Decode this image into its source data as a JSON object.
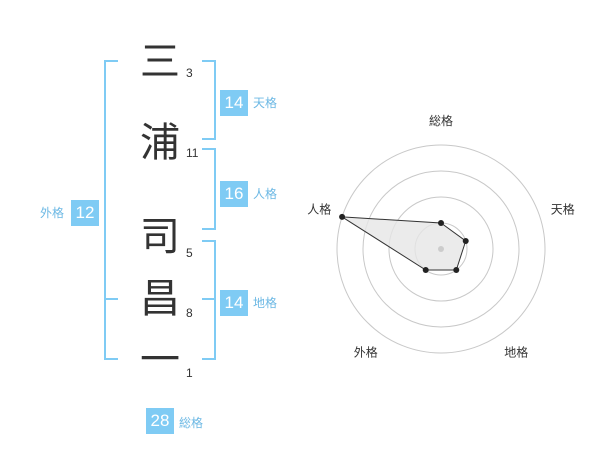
{
  "name_chars": [
    {
      "char": "三",
      "strokes": "3"
    },
    {
      "char": "浦",
      "strokes": "11"
    },
    {
      "char": "司",
      "strokes": "5"
    },
    {
      "char": "昌",
      "strokes": "8"
    },
    {
      "char": "一",
      "strokes": "1"
    }
  ],
  "kaku": {
    "tenkaku": {
      "value": "14",
      "label": "天格"
    },
    "jinkaku": {
      "value": "16",
      "label": "人格"
    },
    "chikaku": {
      "value": "14",
      "label": "地格"
    },
    "gaikaku": {
      "value": "12",
      "label": "外格"
    },
    "soukaku": {
      "value": "28",
      "label": "総格"
    }
  },
  "radar": {
    "axes": [
      "総格",
      "天格",
      "地格",
      "外格",
      "人格"
    ],
    "rings": 4,
    "scores": {
      "総格": 1,
      "天格": 1,
      "地格": 1,
      "外格": 1,
      "人格": 4
    },
    "colors": {
      "ring": "#c8c8c8",
      "fill": "#e6e6e6",
      "line": "#333333",
      "point": "#222222",
      "center": "#cccccc"
    }
  },
  "colors": {
    "accent": "#7fcbf4",
    "accent_text": "#6cb8e4",
    "text": "#333333"
  }
}
